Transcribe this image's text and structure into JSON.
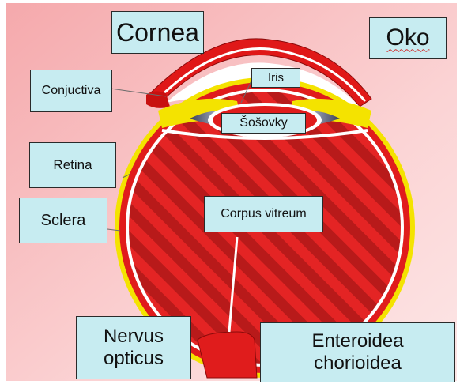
{
  "colors": {
    "bg_top": "#f7b2b4",
    "bg_bottom": "#fde4e4",
    "sclera_red": "#e21d1d",
    "stripe_dark": "#b71818",
    "yellow": "#f3e600",
    "label_bg": "#c7ecf1",
    "label_border": "#2a2a2a"
  },
  "labels": {
    "title": "Oko",
    "cornea": "Cornea",
    "conjuctiva": "Conjuctiva",
    "iris": "Iris",
    "lens": "Šošovky",
    "retina": "Retina",
    "sclera": "Sclera",
    "corpus_vitreum": "Corpus vitreum",
    "nervus_opticus": "Nervus\nopticus",
    "chorioidea": "Enteroidea\nchorioidea"
  }
}
